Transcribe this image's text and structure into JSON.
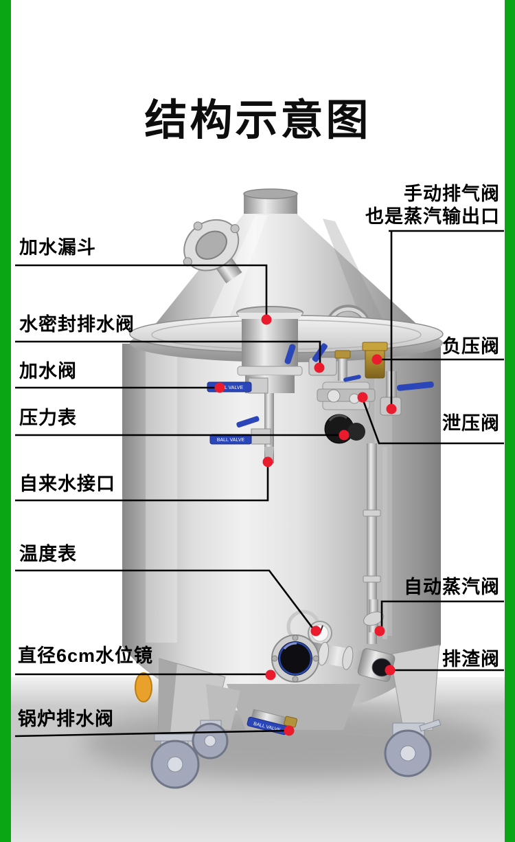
{
  "page": {
    "title": "结构示意图"
  },
  "theme": {
    "accent_green": "#0aa613",
    "callout_dot_red": "#ea1b2d",
    "leader_line_black": "#000000",
    "valve_handle_blue": "#2a46b8",
    "brass_gold": "#b2923a"
  },
  "diagram": {
    "labels_left": [
      {
        "text": "加水漏斗"
      },
      {
        "text": "水密封排水阀"
      },
      {
        "text": "加水阀"
      },
      {
        "text": "压力表"
      },
      {
        "text": "自来水接口"
      },
      {
        "text": "温度表"
      },
      {
        "text": "直径6cm水位镜"
      },
      {
        "text": "锅炉排水阀"
      }
    ],
    "labels_right": [
      {
        "text": "手动排气阀\n也是蒸汽输出口"
      },
      {
        "text": "负压阀"
      },
      {
        "text": "泄压阀"
      },
      {
        "text": "自动蒸汽阀"
      },
      {
        "text": "排渣阀"
      }
    ],
    "valve_tag": "BALL VALVE"
  }
}
